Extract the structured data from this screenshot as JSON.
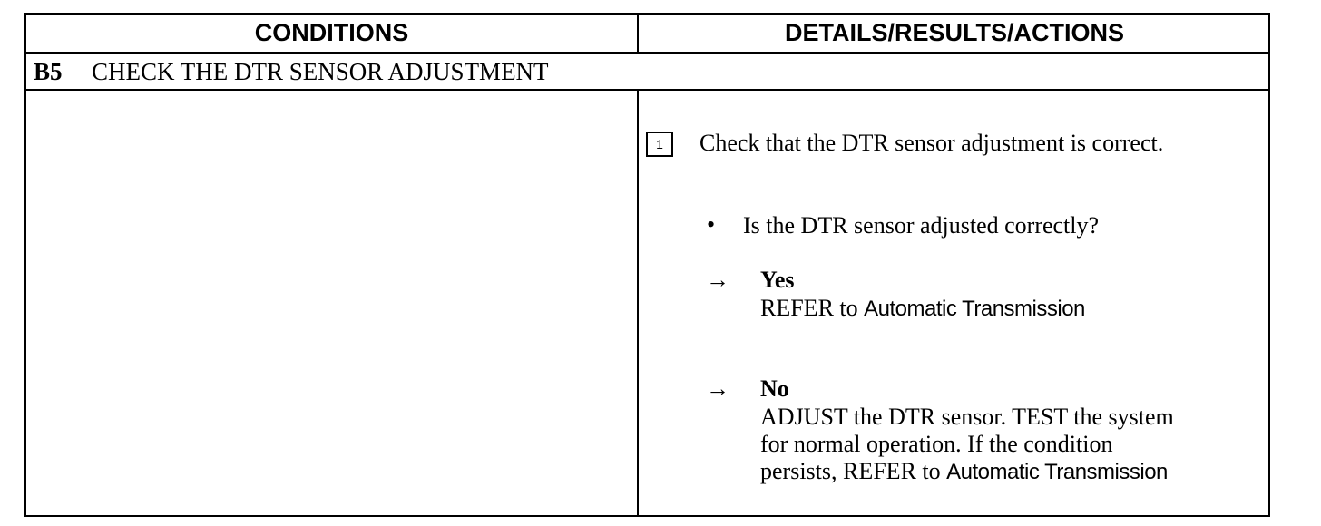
{
  "header": {
    "conditions": "CONDITIONS",
    "details": "DETAILS/RESULTS/ACTIONS"
  },
  "step": {
    "id": "B5",
    "title": "CHECK THE DTR SENSOR ADJUSTMENT"
  },
  "details": {
    "box_number": "1",
    "instruction": "Check that the DTR sensor adjustment is correct.",
    "question": "Is the DTR sensor adjusted correctly?",
    "yes": {
      "label": "Yes",
      "action_prefix": "REFER to",
      "action_ref": "Automatic Transmission"
    },
    "no": {
      "label": "No",
      "line1": "ADJUST the DTR sensor. TEST the system",
      "line2": "for normal operation. If the condition",
      "line3_prefix": "persists, REFER to",
      "action_ref": "Automatic Transmission"
    }
  }
}
